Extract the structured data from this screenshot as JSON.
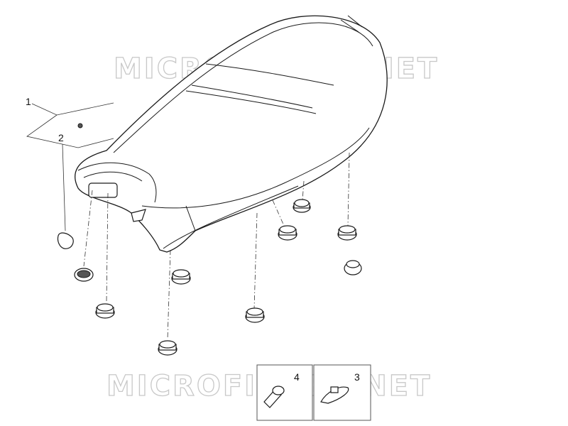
{
  "watermark": {
    "top": "MICROFICHES.NET",
    "bottom": "MICROFICHES.NET"
  },
  "callouts": {
    "c1": "1",
    "c2": "2",
    "c3": "3",
    "c4": "4"
  }
}
